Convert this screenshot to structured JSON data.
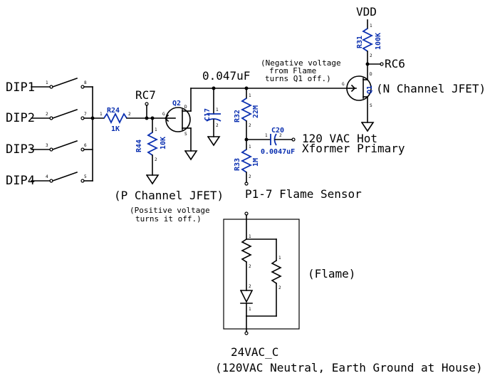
{
  "dips": [
    "DIP1",
    "DIP2",
    "DIP3",
    "DIP4"
  ],
  "dip_pins_left": [
    "1",
    "2",
    "3",
    "4"
  ],
  "dip_pins_right": [
    "8",
    "7",
    "6",
    "5"
  ],
  "supply": {
    "vdd": "VDD"
  },
  "nets": {
    "rc7": "RC7",
    "rc6": "RC6"
  },
  "components": {
    "r24": {
      "ref": "R24",
      "value": "1K"
    },
    "r44": {
      "ref": "R44",
      "value": "10K"
    },
    "q2": {
      "ref": "Q2"
    },
    "q1": {
      "ref": "Q1"
    },
    "c17": {
      "ref": "C17",
      "value": "0.047uF"
    },
    "r32": {
      "ref": "R32",
      "value": "22M"
    },
    "r33": {
      "ref": "R33",
      "value": "1M"
    },
    "c20": {
      "ref": "C20",
      "value": "0.0047uF"
    },
    "r31": {
      "ref": "R31",
      "value": "100K"
    }
  },
  "labels": {
    "p_channel": "(P Channel JFET)",
    "p_note_1": "(Positive voltage",
    "p_note_2": "turns it off.)",
    "n_channel": "(N Channel JFET)",
    "n_note_1": "(Negative voltage",
    "n_note_2": "from Flame",
    "n_note_3": "turns Q1 off.)",
    "hot_1": "120 VAC Hot",
    "hot_2": "Xformer Primary",
    "flame_sensor": "P1-7 Flame Sensor",
    "flame": "(Flame)",
    "ac_1": "24VAC_C",
    "ac_2": "(120VAC Neutral, Earth Ground at House)"
  },
  "pin_numbers": {
    "r24": [
      "1",
      "2"
    ],
    "r44": [
      "1",
      "2"
    ],
    "q2": [
      "G",
      "D",
      "S"
    ],
    "q1": [
      "G",
      "D",
      "S"
    ],
    "c17": [
      "1",
      "2"
    ],
    "r32": [
      "1",
      "2"
    ],
    "r33": [
      "1",
      "2"
    ],
    "c20": [
      "1",
      "2"
    ],
    "r31": [
      "1",
      "2"
    ],
    "flame_model": [
      "1",
      "2",
      "1",
      "2",
      "2",
      "1"
    ]
  },
  "colors": {
    "wire": "#000000",
    "component": "#0a2fb0",
    "background": "#ffffff"
  }
}
